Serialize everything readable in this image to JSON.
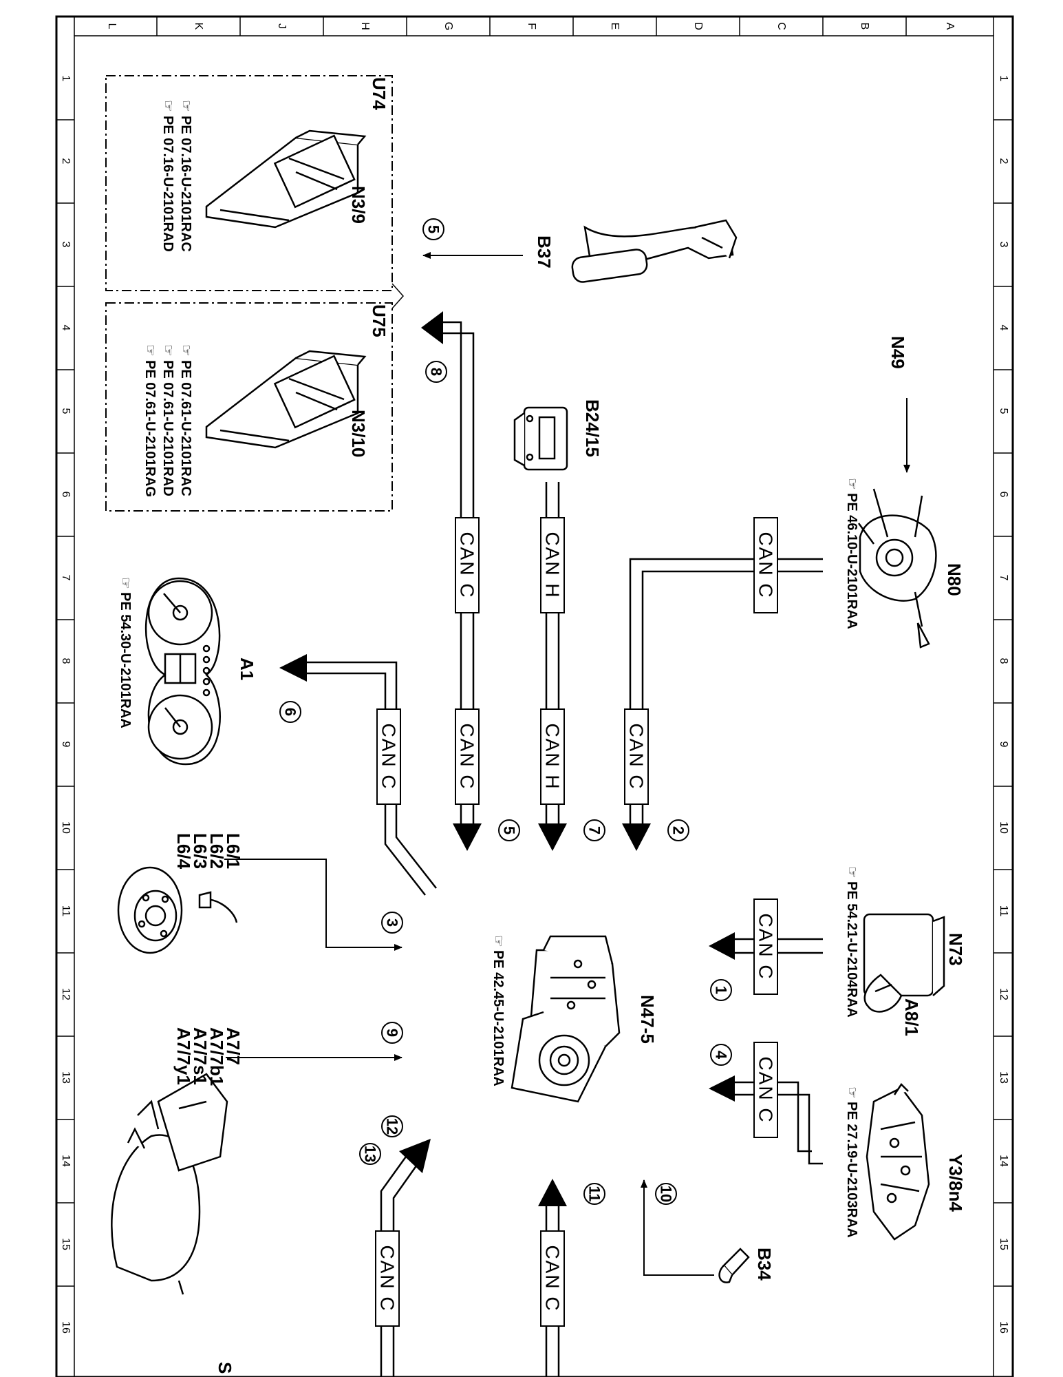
{
  "grid": {
    "letters": [
      "L",
      "K",
      "J",
      "H",
      "G",
      "F",
      "E",
      "D",
      "C",
      "B",
      "A"
    ],
    "numbers": [
      "1",
      "2",
      "3",
      "4",
      "5",
      "6",
      "7",
      "8",
      "9",
      "10",
      "11",
      "12",
      "13",
      "14",
      "15",
      "16"
    ]
  },
  "groups": {
    "u74": "U74",
    "u75": "U75"
  },
  "components": {
    "n3_9": "N3/9",
    "n3_10": "N3/10",
    "b37": "B37",
    "b24_15": "B24/15",
    "n49": "N49",
    "n80": "N80",
    "a1": "A1",
    "n73": "N73",
    "a8_1": "A8/1",
    "n47_5": "N47-5",
    "y3_8n4": "Y3/8n4",
    "b34": "B34",
    "l6_1": "L6/1",
    "l6_2": "L6/2",
    "l6_3": "L6/3",
    "l6_4": "L6/4",
    "a7_7": "A7/7",
    "a7_7b1": "A7/7b1",
    "a7_7s1": "A7/7s1",
    "a7_7y1": "A7/7y1"
  },
  "references": {
    "u74_1": "PE  07.16-U-2101RAC",
    "u74_2": "PE  07.16-U-2101RAD",
    "u75_1": "PE  07.61-U-2101RAC",
    "u75_2": "PE  07.61-U-2101RAD",
    "u75_3": "PE  07.61-U-2101RAG",
    "n80": "PE  46.10-U-2101RAA",
    "a1": "PE  54.30-U-2101RAA",
    "n73": "PE  54.21-U-2104RAA",
    "n47_5": "PE  42.45-U-2101RAA",
    "y3_8n4": "PE  27.19-U-2103RAA"
  },
  "bus_labels": {
    "c1": "CAN C",
    "c2": "CAN C",
    "c3": "CAN C",
    "c4": "CAN C",
    "c5": "CAN C",
    "c6": "CAN C",
    "c7": "CAN C",
    "c8": "CAN C",
    "c9": "CAN C",
    "h1": "CAN H",
    "h2": "CAN H"
  },
  "signal_numbers": {
    "s1": "1",
    "s2": "2",
    "s3": "3",
    "s4": "4",
    "s5a": "5",
    "s5b": "5",
    "s6": "6",
    "s7": "7",
    "s8": "8",
    "s9": "9",
    "s10": "10",
    "s11": "11",
    "s12": "12",
    "s13": "13"
  },
  "corner_mark": "S"
}
